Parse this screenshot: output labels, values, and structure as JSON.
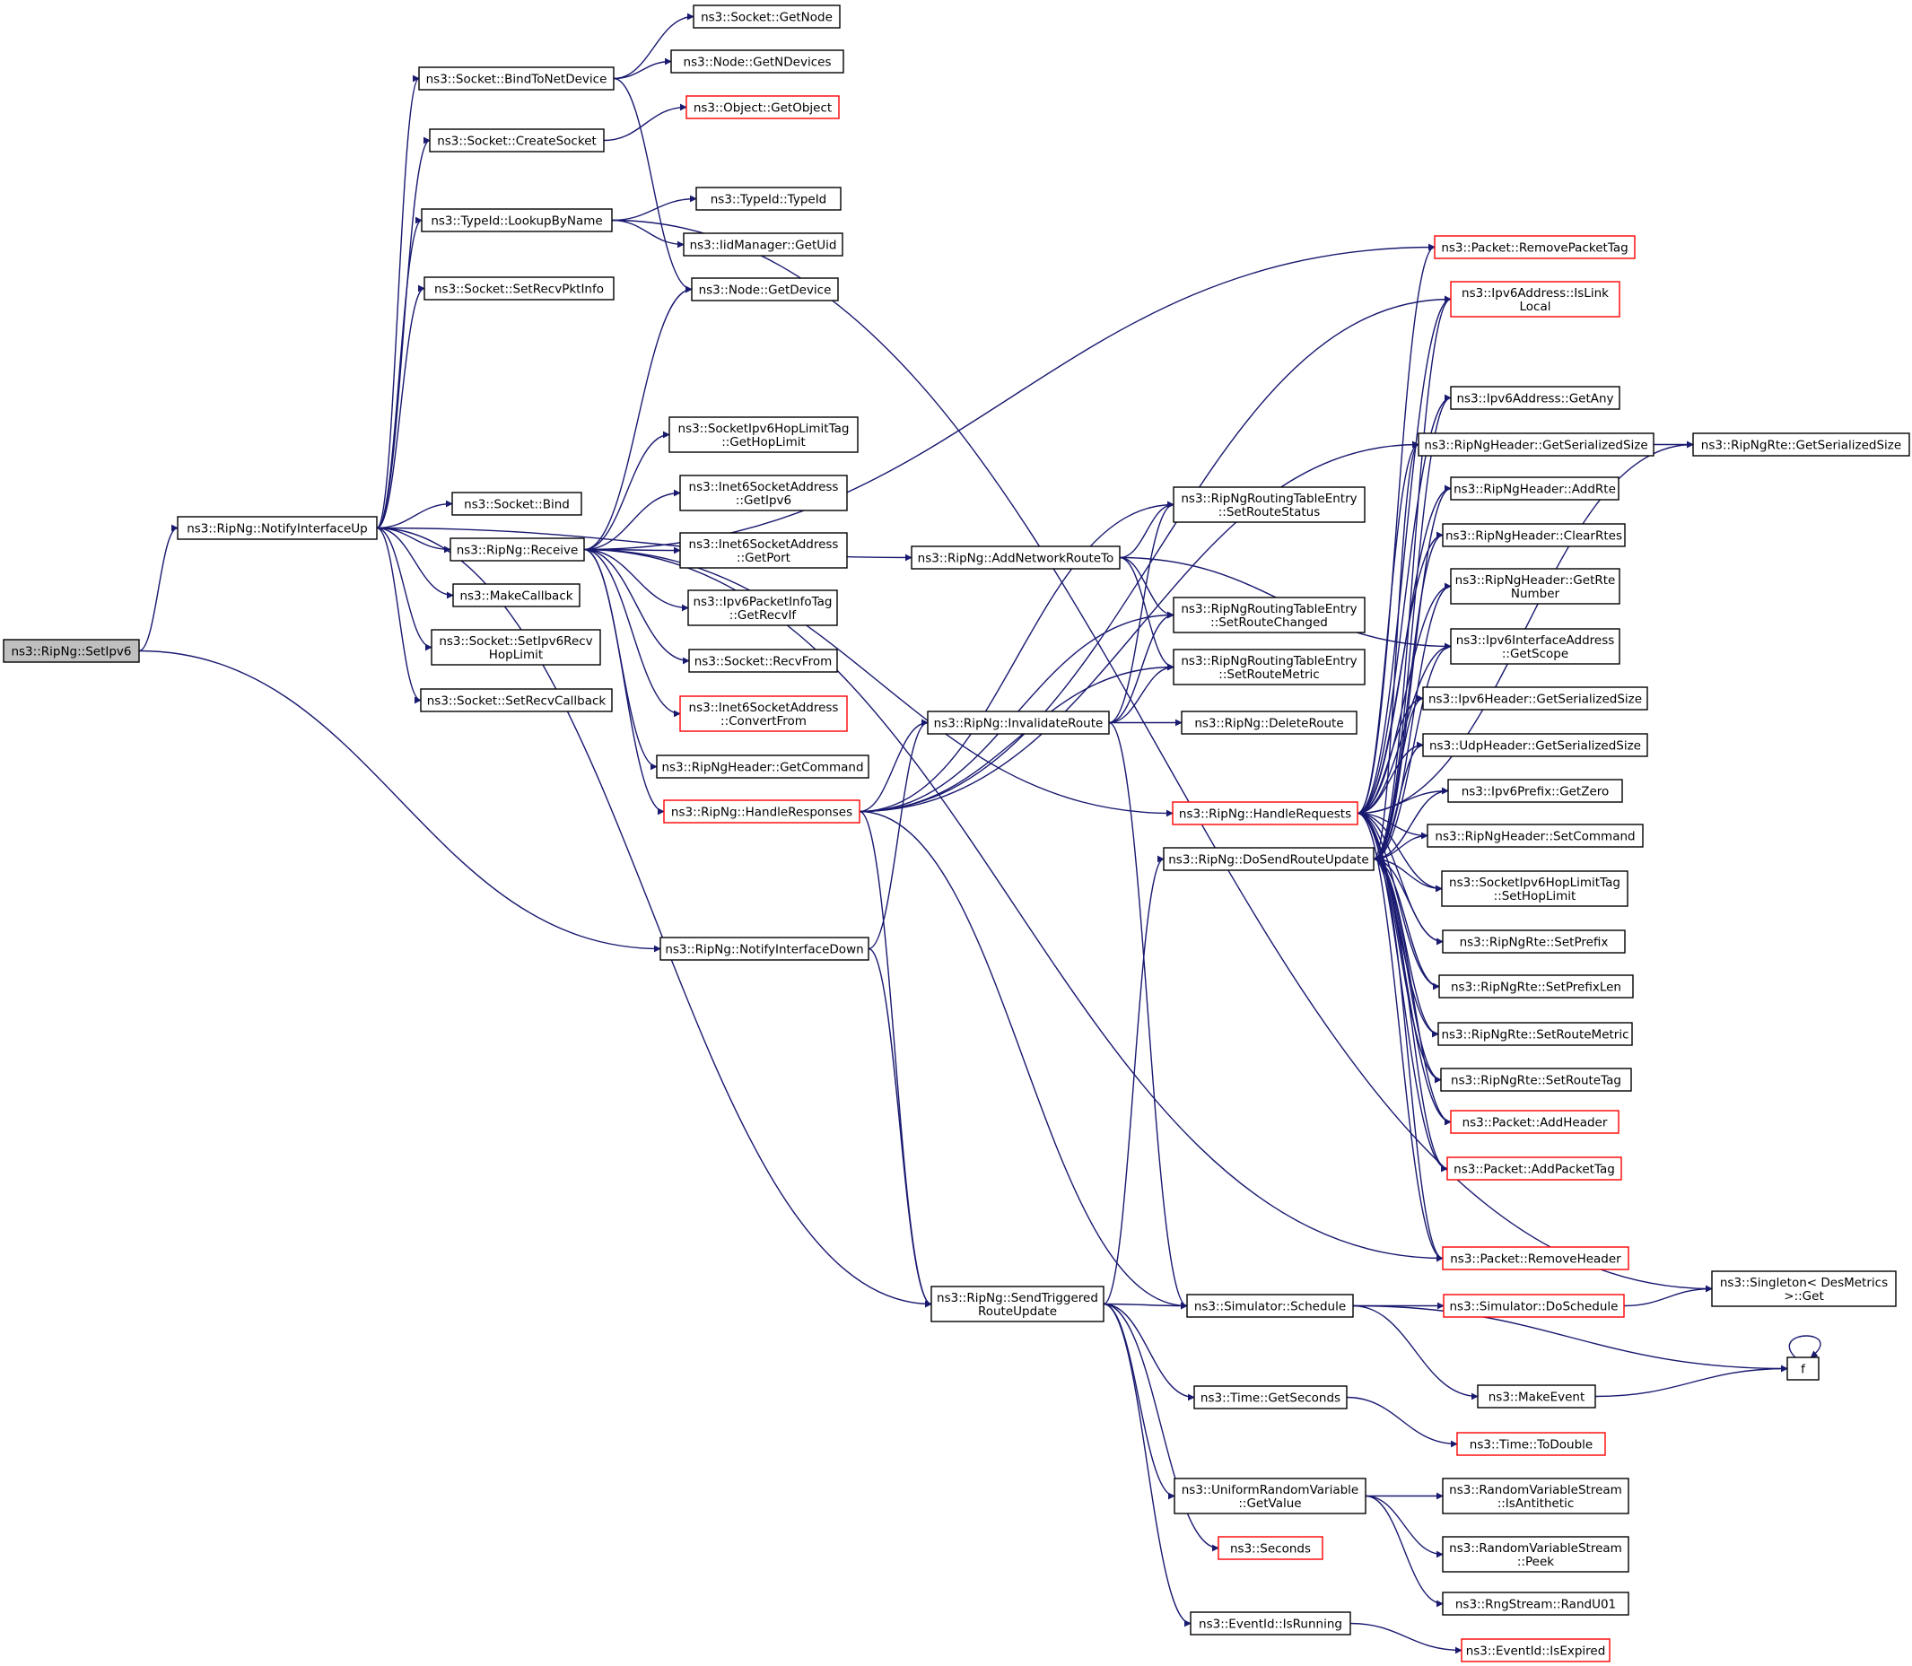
{
  "colors": {
    "edge": "#191970",
    "node_border": "#000000",
    "node_border_truncated": "#ff0000",
    "root_fill": "#bfbfbf",
    "node_fill": "#ffffff"
  },
  "nodes": [
    {
      "id": "setipv6",
      "label": "ns3::RipNg::SetIpv6",
      "root": true
    },
    {
      "id": "notifyup",
      "label": "ns3::RipNg::NotifyInterfaceUp"
    },
    {
      "id": "notifydown",
      "label": "ns3::RipNg::NotifyInterfaceDown"
    },
    {
      "id": "bindtonet",
      "label": "ns3::Socket::BindToNetDevice"
    },
    {
      "id": "createsocket",
      "label": "ns3::Socket::CreateSocket"
    },
    {
      "id": "lookup",
      "label": "ns3::TypeId::LookupByName"
    },
    {
      "id": "setrecvpkt",
      "label": "ns3::Socket::SetRecvPktInfo"
    },
    {
      "id": "bind",
      "label": "ns3::Socket::Bind"
    },
    {
      "id": "receive",
      "label": "ns3::RipNg::Receive"
    },
    {
      "id": "makecallback",
      "label": "ns3::MakeCallback"
    },
    {
      "id": "setipv6recv",
      "label": "ns3::Socket::SetIpv6Recv\nHopLimit"
    },
    {
      "id": "setrecvcb",
      "label": "ns3::Socket::SetRecvCallback"
    },
    {
      "id": "getnode",
      "label": "ns3::Socket::GetNode"
    },
    {
      "id": "getndevices",
      "label": "ns3::Node::GetNDevices"
    },
    {
      "id": "getobject",
      "label": "ns3::Object::GetObject",
      "truncated": true
    },
    {
      "id": "typeid",
      "label": "ns3::TypeId::TypeId"
    },
    {
      "id": "getuid",
      "label": "ns3::IidManager::GetUid"
    },
    {
      "id": "getdevice",
      "label": "ns3::Node::GetDevice"
    },
    {
      "id": "gethoplimit",
      "label": "ns3::SocketIpv6HopLimitTag\n::GetHopLimit"
    },
    {
      "id": "getipv6",
      "label": "ns3::Inet6SocketAddress\n::GetIpv6"
    },
    {
      "id": "getport",
      "label": "ns3::Inet6SocketAddress\n::GetPort"
    },
    {
      "id": "getrecvif",
      "label": "ns3::Ipv6PacketInfoTag\n::GetRecvIf"
    },
    {
      "id": "recvfrom",
      "label": "ns3::Socket::RecvFrom"
    },
    {
      "id": "convertfrom",
      "label": "ns3::Inet6SocketAddress\n::ConvertFrom",
      "truncated": true
    },
    {
      "id": "getcommand",
      "label": "ns3::RipNgHeader::GetCommand"
    },
    {
      "id": "handleresponses",
      "label": "ns3::RipNg::HandleResponses",
      "truncated": true
    },
    {
      "id": "addnetroute",
      "label": "ns3::RipNg::AddNetworkRouteTo"
    },
    {
      "id": "setroutestatus",
      "label": "ns3::RipNgRoutingTableEntry\n::SetRouteStatus"
    },
    {
      "id": "setroutechanged",
      "label": "ns3::RipNgRoutingTableEntry\n::SetRouteChanged"
    },
    {
      "id": "setroutemetric_e",
      "label": "ns3::RipNgRoutingTableEntry\n::SetRouteMetric"
    },
    {
      "id": "invalidate",
      "label": "ns3::RipNg::InvalidateRoute"
    },
    {
      "id": "deleteroute",
      "label": "ns3::RipNg::DeleteRoute"
    },
    {
      "id": "handlerequests",
      "label": "ns3::RipNg::HandleRequests",
      "truncated": true
    },
    {
      "id": "dosend",
      "label": "ns3::RipNg::DoSendRouteUpdate"
    },
    {
      "id": "removepackettag",
      "label": "ns3::Packet::RemovePacketTag",
      "truncated": true
    },
    {
      "id": "islinklocal",
      "label": "ns3::Ipv6Address::IsLink\nLocal",
      "truncated": true
    },
    {
      "id": "getany",
      "label": "ns3::Ipv6Address::GetAny"
    },
    {
      "id": "hdrgetsersize",
      "label": "ns3::RipNgHeader::GetSerializedSize"
    },
    {
      "id": "rtegetsersize",
      "label": "ns3::RipNgRte::GetSerializedSize"
    },
    {
      "id": "addrte",
      "label": "ns3::RipNgHeader::AddRte"
    },
    {
      "id": "clearrtes",
      "label": "ns3::RipNgHeader::ClearRtes"
    },
    {
      "id": "getrtenumber",
      "label": "ns3::RipNgHeader::GetRte\nNumber"
    },
    {
      "id": "getscope",
      "label": "ns3::Ipv6InterfaceAddress\n::GetScope"
    },
    {
      "id": "ipv6hdrsize",
      "label": "ns3::Ipv6Header::GetSerializedSize"
    },
    {
      "id": "udphdrsize",
      "label": "ns3::UdpHeader::GetSerializedSize"
    },
    {
      "id": "getzero",
      "label": "ns3::Ipv6Prefix::GetZero"
    },
    {
      "id": "setcommand",
      "label": "ns3::RipNgHeader::SetCommand"
    },
    {
      "id": "sethoplimit",
      "label": "ns3::SocketIpv6HopLimitTag\n::SetHopLimit"
    },
    {
      "id": "setprefix",
      "label": "ns3::RipNgRte::SetPrefix"
    },
    {
      "id": "setprefixlen",
      "label": "ns3::RipNgRte::SetPrefixLen"
    },
    {
      "id": "rtesetmetric",
      "label": "ns3::RipNgRte::SetRouteMetric"
    },
    {
      "id": "setroutetag",
      "label": "ns3::RipNgRte::SetRouteTag"
    },
    {
      "id": "addheader",
      "label": "ns3::Packet::AddHeader",
      "truncated": true
    },
    {
      "id": "addpackettag",
      "label": "ns3::Packet::AddPacketTag",
      "truncated": true
    },
    {
      "id": "removeheader",
      "label": "ns3::Packet::RemoveHeader",
      "truncated": true
    },
    {
      "id": "singleton",
      "label": "ns3::Singleton< DesMetrics\n>::Get"
    },
    {
      "id": "sendtriggered",
      "label": "ns3::RipNg::SendTriggered\nRouteUpdate"
    },
    {
      "id": "schedule",
      "label": "ns3::Simulator::Schedule"
    },
    {
      "id": "doschedule",
      "label": "ns3::Simulator::DoSchedule",
      "truncated": true
    },
    {
      "id": "makeevent",
      "label": "ns3::MakeEvent"
    },
    {
      "id": "f",
      "label": "f"
    },
    {
      "id": "getseconds",
      "label": "ns3::Time::GetSeconds"
    },
    {
      "id": "todouble",
      "label": "ns3::Time::ToDouble",
      "truncated": true
    },
    {
      "id": "urvgetvalue",
      "label": "ns3::UniformRandomVariable\n::GetValue"
    },
    {
      "id": "isantithetic",
      "label": "ns3::RandomVariableStream\n::IsAntithetic"
    },
    {
      "id": "peek",
      "label": "ns3::RandomVariableStream\n::Peek"
    },
    {
      "id": "randu01",
      "label": "ns3::RngStream::RandU01"
    },
    {
      "id": "seconds",
      "label": "ns3::Seconds",
      "truncated": true
    },
    {
      "id": "isrunning",
      "label": "ns3::EventId::IsRunning"
    },
    {
      "id": "isexpired",
      "label": "ns3::EventId::IsExpired",
      "truncated": true
    }
  ],
  "edges": [
    [
      "setipv6",
      "notifyup"
    ],
    [
      "setipv6",
      "notifydown"
    ],
    [
      "notifyup",
      "bindtonet"
    ],
    [
      "notifyup",
      "createsocket"
    ],
    [
      "notifyup",
      "lookup"
    ],
    [
      "notifyup",
      "setrecvpkt"
    ],
    [
      "notifyup",
      "bind"
    ],
    [
      "notifyup",
      "receive"
    ],
    [
      "notifyup",
      "makecallback"
    ],
    [
      "notifyup",
      "setipv6recv"
    ],
    [
      "notifyup",
      "setrecvcb"
    ],
    [
      "notifyup",
      "addnetroute"
    ],
    [
      "notifyup",
      "sendtriggered"
    ],
    [
      "bindtonet",
      "getnode"
    ],
    [
      "bindtonet",
      "getndevices"
    ],
    [
      "bindtonet",
      "getdevice"
    ],
    [
      "createsocket",
      "getobject"
    ],
    [
      "lookup",
      "typeid"
    ],
    [
      "lookup",
      "getuid"
    ],
    [
      "lookup",
      "singleton"
    ],
    [
      "receive",
      "getdevice"
    ],
    [
      "receive",
      "removepackettag"
    ],
    [
      "receive",
      "gethoplimit"
    ],
    [
      "receive",
      "getipv6"
    ],
    [
      "receive",
      "getport"
    ],
    [
      "receive",
      "getrecvif"
    ],
    [
      "receive",
      "recvfrom"
    ],
    [
      "receive",
      "convertfrom"
    ],
    [
      "receive",
      "getcommand"
    ],
    [
      "receive",
      "handleresponses"
    ],
    [
      "receive",
      "handlerequests"
    ],
    [
      "receive",
      "removeheader"
    ],
    [
      "addnetroute",
      "setroutestatus"
    ],
    [
      "addnetroute",
      "setroutechanged"
    ],
    [
      "addnetroute",
      "setroutemetric_e"
    ],
    [
      "addnetroute",
      "getscope"
    ],
    [
      "handleresponses",
      "islinklocal"
    ],
    [
      "handleresponses",
      "setroutestatus"
    ],
    [
      "handleresponses",
      "setroutechanged"
    ],
    [
      "handleresponses",
      "setroutemetric_e"
    ],
    [
      "handleresponses",
      "invalidate"
    ],
    [
      "handleresponses",
      "hdrgetsersize"
    ],
    [
      "handleresponses",
      "schedule"
    ],
    [
      "handleresponses",
      "sendtriggered"
    ],
    [
      "notifydown",
      "invalidate"
    ],
    [
      "notifydown",
      "sendtriggered"
    ],
    [
      "invalidate",
      "setroutestatus"
    ],
    [
      "invalidate",
      "setroutechanged"
    ],
    [
      "invalidate",
      "setroutemetric_e"
    ],
    [
      "invalidate",
      "deleteroute"
    ],
    [
      "invalidate",
      "schedule"
    ],
    [
      "handlerequests",
      "removepackettag"
    ],
    [
      "handlerequests",
      "islinklocal"
    ],
    [
      "handlerequests",
      "getany"
    ],
    [
      "handlerequests",
      "hdrgetsersize"
    ],
    [
      "handlerequests",
      "rtegetsersize"
    ],
    [
      "handlerequests",
      "addrte"
    ],
    [
      "handlerequests",
      "clearrtes"
    ],
    [
      "handlerequests",
      "getrtenumber"
    ],
    [
      "handlerequests",
      "getscope"
    ],
    [
      "handlerequests",
      "ipv6hdrsize"
    ],
    [
      "handlerequests",
      "udphdrsize"
    ],
    [
      "handlerequests",
      "getzero"
    ],
    [
      "handlerequests",
      "setcommand"
    ],
    [
      "handlerequests",
      "sethoplimit"
    ],
    [
      "handlerequests",
      "setprefix"
    ],
    [
      "handlerequests",
      "setprefixlen"
    ],
    [
      "handlerequests",
      "rtesetmetric"
    ],
    [
      "handlerequests",
      "setroutetag"
    ],
    [
      "handlerequests",
      "addheader"
    ],
    [
      "handlerequests",
      "addpackettag"
    ],
    [
      "handlerequests",
      "removeheader"
    ],
    [
      "dosend",
      "islinklocal"
    ],
    [
      "dosend",
      "getany"
    ],
    [
      "dosend",
      "hdrgetsersize"
    ],
    [
      "dosend",
      "addrte"
    ],
    [
      "dosend",
      "clearrtes"
    ],
    [
      "dosend",
      "getrtenumber"
    ],
    [
      "dosend",
      "getscope"
    ],
    [
      "dosend",
      "ipv6hdrsize"
    ],
    [
      "dosend",
      "udphdrsize"
    ],
    [
      "dosend",
      "getzero"
    ],
    [
      "dosend",
      "setcommand"
    ],
    [
      "dosend",
      "sethoplimit"
    ],
    [
      "dosend",
      "setprefix"
    ],
    [
      "dosend",
      "setprefixlen"
    ],
    [
      "dosend",
      "rtesetmetric"
    ],
    [
      "dosend",
      "setroutetag"
    ],
    [
      "dosend",
      "addheader"
    ],
    [
      "dosend",
      "addpackettag"
    ],
    [
      "dosend",
      "removeheader"
    ],
    [
      "hdrgetsersize",
      "rtegetsersize"
    ],
    [
      "sendtriggered",
      "dosend"
    ],
    [
      "sendtriggered",
      "schedule"
    ],
    [
      "sendtriggered",
      "getseconds"
    ],
    [
      "sendtriggered",
      "urvgetvalue"
    ],
    [
      "sendtriggered",
      "seconds"
    ],
    [
      "sendtriggered",
      "isrunning"
    ],
    [
      "schedule",
      "doschedule"
    ],
    [
      "schedule",
      "makeevent"
    ],
    [
      "schedule",
      "f"
    ],
    [
      "doschedule",
      "singleton"
    ],
    [
      "makeevent",
      "f"
    ],
    [
      "f",
      "f"
    ],
    [
      "getseconds",
      "todouble"
    ],
    [
      "urvgetvalue",
      "isantithetic"
    ],
    [
      "urvgetvalue",
      "peek"
    ],
    [
      "urvgetvalue",
      "randu01"
    ],
    [
      "isrunning",
      "isexpired"
    ]
  ]
}
